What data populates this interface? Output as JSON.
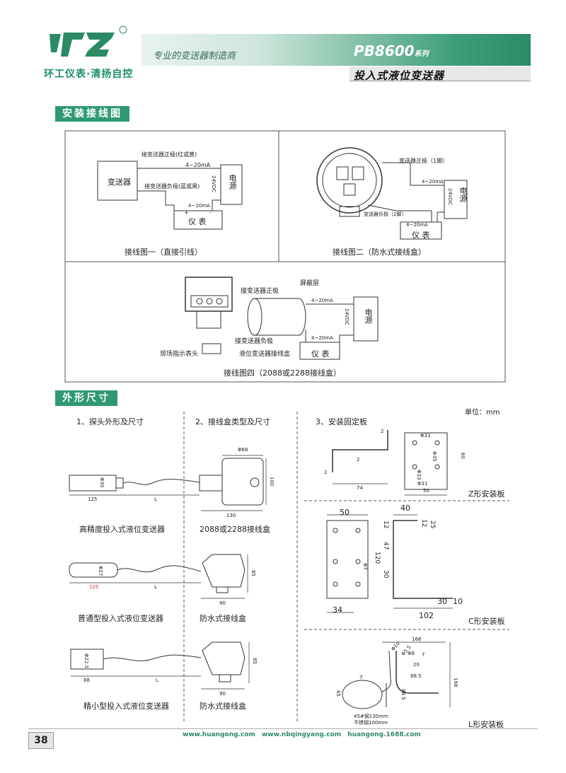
{
  "header": {
    "logo_brand": "环工仪表·清扬自控",
    "logo_mark": "环工",
    "registered": "®",
    "tagline": "专业的变送器制造商",
    "series_model": "PB8600",
    "series_suffix": "系列",
    "product_title": "投入式液位变送器"
  },
  "wiring": {
    "section_title": "安装接线图",
    "fig1": {
      "caption": "接线图一（直接引线）",
      "transmitter": "变送器",
      "positive": "接变送器正极(红或黄)",
      "negative": "接变送器负极(蓝或黑)",
      "current": "4~20mA",
      "supply_v": "24VDC",
      "power": "电源",
      "meter": "仪 表",
      "plus": "+",
      "minus": "-"
    },
    "fig2": {
      "caption": "接线图二（防水式接线盒）",
      "positive": "变送器正极（1脚）",
      "negative": "变送器负极（2脚）",
      "current": "4~20mA",
      "supply_v": "24VDC",
      "power": "电源",
      "meter": "仪 表"
    },
    "fig4": {
      "caption": "接线图四（2088或2288接线盒）",
      "shield": "屏蔽层",
      "positive": "接变送器正极",
      "negative": "接变送器负极",
      "indicator": "现场指示表头",
      "junction_box": "液位变送器接线盒",
      "current": "4~20mA",
      "supply_v": "24VDC",
      "power": "电源",
      "meter": "仪 表"
    }
  },
  "dimensions": {
    "section_title": "外形尺寸",
    "unit": "单位：mm",
    "col1_title": "1、探头外形及尺寸",
    "col2_title": "2、接线盒类型及尺寸",
    "col3_title": "3、安装固定板",
    "probe1": {
      "caption": "高精度投入式液位变送器",
      "len": "125",
      "dia": "Φ30",
      "cable": "L"
    },
    "probe2": {
      "caption": "普通型投入式液位变送器",
      "len": "125",
      "dia": "Φ27",
      "cable": "L"
    },
    "probe3": {
      "caption": "精小型投入式液位变送器",
      "len": "88",
      "dia": "Φ22.5",
      "cable": "L"
    },
    "box1": {
      "caption": "2088或2288接线盒",
      "top": "Φ68",
      "height": "100",
      "width": "130"
    },
    "box2": {
      "caption": "防水式接线盒",
      "height": "85",
      "width": "90"
    },
    "box3": {
      "caption": "防水式接线盒",
      "height": "85",
      "width": "90"
    },
    "plate_z": {
      "caption": "Z形安装板",
      "dims": [
        "2",
        "2",
        "2",
        "74",
        "Φ31",
        "Φ35",
        "60",
        "50",
        "Φ31",
        "Φ33"
      ]
    },
    "plate_c": {
      "caption": "C形安装板",
      "dims": [
        "50",
        "40",
        "12",
        "12",
        "25",
        "47",
        "120",
        "30",
        "Φ7",
        "34",
        "30",
        "10",
        "102"
      ]
    },
    "plate_l": {
      "caption": "L形安装板",
      "dims": [
        "168",
        "Φ10",
        "Φ5.5",
        "7",
        "20",
        "Φ8",
        "88.5",
        "7",
        "65",
        "88.5",
        "168",
        "45#钢130mm",
        "不锈钢100mm"
      ]
    }
  },
  "footer": {
    "page_number": "38",
    "links": "www.huangong.com   www.nbqingyang.com   huangong.1688.com"
  }
}
